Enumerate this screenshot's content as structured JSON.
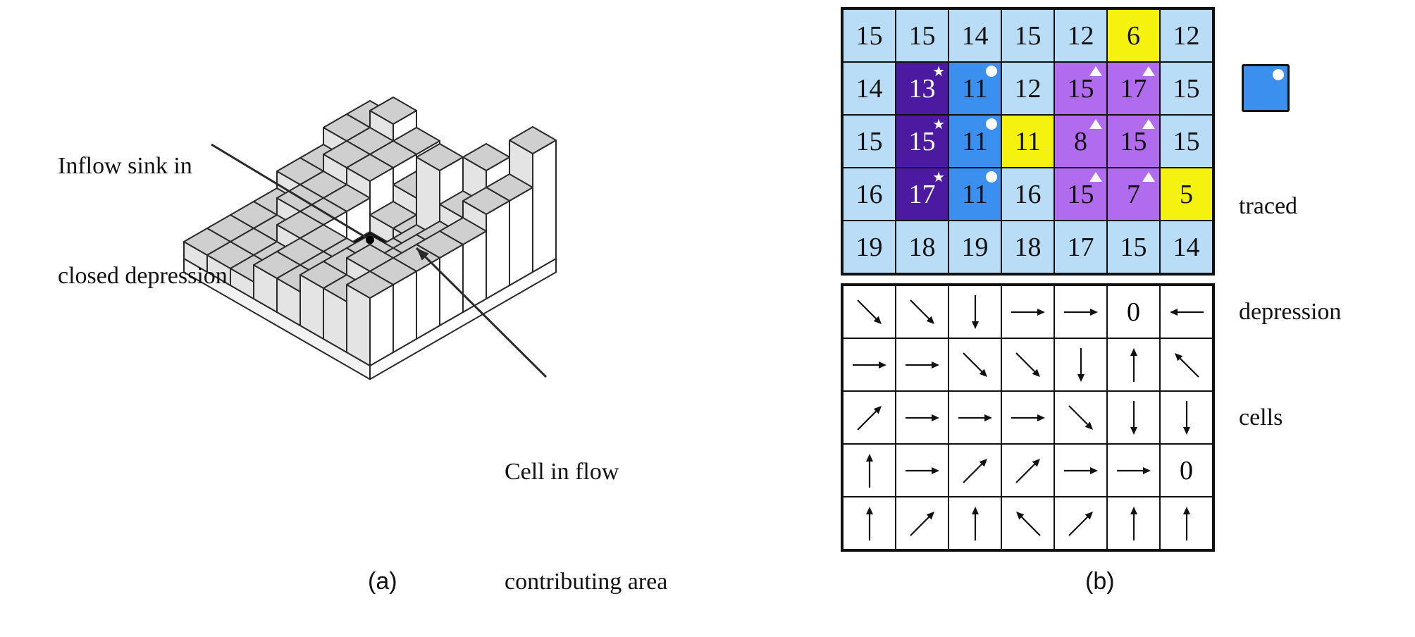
{
  "annotations": {
    "inflow_sink": [
      "Inflow sink in",
      "closed depression"
    ],
    "contributing_cell": [
      "Cell in flow",
      "contributing area"
    ]
  },
  "panel_labels": {
    "a": "(a)",
    "b": "(b)"
  },
  "legend": {
    "lines": [
      "traced",
      "depression",
      "cells"
    ],
    "swatch_color": "#3b8fee",
    "swatch_marker": "dot"
  },
  "colors": {
    "light_blue": "#b9dcf7",
    "blue": "#3b8fee",
    "yellow": "#f6f20f",
    "purple": "#b16bef",
    "dark_purple": "#4b1aa1",
    "sink_black": "#000000"
  },
  "elevation_grid": [
    [
      {
        "v": "15",
        "c": "light_blue"
      },
      {
        "v": "15",
        "c": "light_blue"
      },
      {
        "v": "14",
        "c": "light_blue"
      },
      {
        "v": "15",
        "c": "light_blue"
      },
      {
        "v": "12",
        "c": "light_blue"
      },
      {
        "v": "6",
        "c": "yellow"
      },
      {
        "v": "12",
        "c": "light_blue"
      }
    ],
    [
      {
        "v": "14",
        "c": "light_blue"
      },
      {
        "v": "13",
        "c": "dark_purple",
        "m": "star"
      },
      {
        "v": "11",
        "c": "blue",
        "m": "dot"
      },
      {
        "v": "12",
        "c": "light_blue"
      },
      {
        "v": "15",
        "c": "purple",
        "m": "triangle"
      },
      {
        "v": "17",
        "c": "purple",
        "m": "triangle"
      },
      {
        "v": "15",
        "c": "light_blue"
      }
    ],
    [
      {
        "v": "15",
        "c": "light_blue"
      },
      {
        "v": "15",
        "c": "dark_purple",
        "m": "star"
      },
      {
        "v": "11",
        "c": "blue",
        "m": "dot"
      },
      {
        "v": "11",
        "c": "yellow"
      },
      {
        "v": "8",
        "c": "purple",
        "m": "triangle"
      },
      {
        "v": "15",
        "c": "purple",
        "m": "triangle"
      },
      {
        "v": "15",
        "c": "light_blue"
      }
    ],
    [
      {
        "v": "16",
        "c": "light_blue"
      },
      {
        "v": "17",
        "c": "dark_purple",
        "m": "star"
      },
      {
        "v": "11",
        "c": "blue",
        "m": "dot"
      },
      {
        "v": "16",
        "c": "light_blue"
      },
      {
        "v": "15",
        "c": "purple",
        "m": "triangle"
      },
      {
        "v": "7",
        "c": "purple",
        "m": "triangle"
      },
      {
        "v": "5",
        "c": "yellow"
      }
    ],
    [
      {
        "v": "19",
        "c": "light_blue"
      },
      {
        "v": "18",
        "c": "light_blue"
      },
      {
        "v": "19",
        "c": "light_blue"
      },
      {
        "v": "18",
        "c": "light_blue"
      },
      {
        "v": "17",
        "c": "light_blue"
      },
      {
        "v": "15",
        "c": "light_blue"
      },
      {
        "v": "14",
        "c": "light_blue"
      }
    ]
  ],
  "direction_grid": [
    [
      "se",
      "se",
      "s",
      "e",
      "e",
      "0",
      "w"
    ],
    [
      "e",
      "e",
      "se",
      "se",
      "s",
      "n",
      "nw"
    ],
    [
      "ne",
      "e",
      "e",
      "e",
      "se",
      "s",
      "s"
    ],
    [
      "n",
      "e",
      "ne",
      "ne",
      "e",
      "e",
      "0"
    ],
    [
      "n",
      "ne",
      "n",
      "nw",
      "ne",
      "n",
      "n"
    ]
  ]
}
